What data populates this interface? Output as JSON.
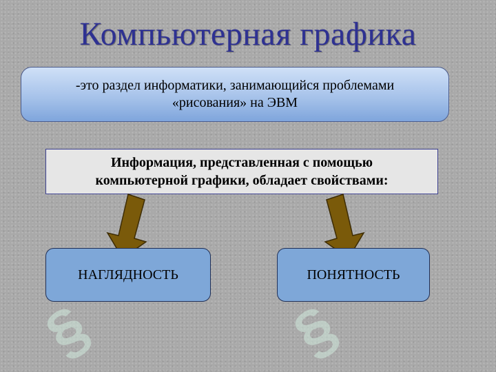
{
  "title": "Компьютерная графика",
  "definition": {
    "line1": "-это раздел информатики, занимающийся проблемами",
    "line2": "«рисования» на ЭВМ"
  },
  "info": {
    "line1": "Информация, представленная с помощью",
    "line2": "компьютерной графики, обладает свойствами:"
  },
  "properties": {
    "left": "НАГЛЯДНОСТЬ",
    "right": "ПОНЯТНОСТЬ"
  },
  "colors": {
    "title": "#2e3192",
    "arrow": "#7a5a0a",
    "box": "#7ea7d8"
  }
}
